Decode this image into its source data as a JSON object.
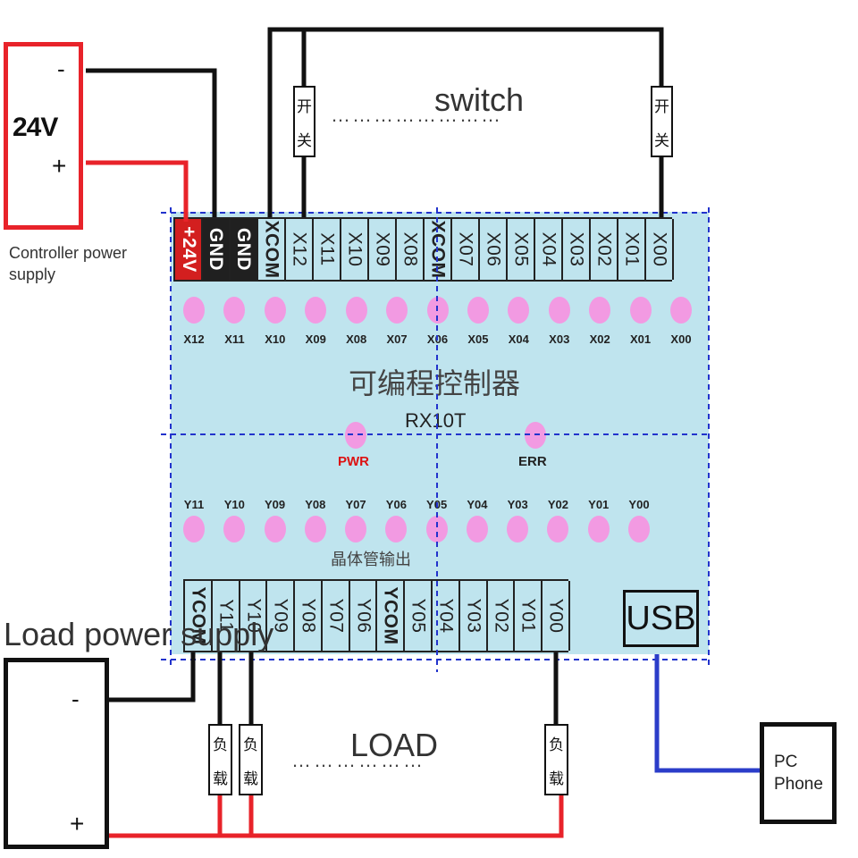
{
  "controller_supply": {
    "minus": "-",
    "voltage": "24V",
    "plus": "+",
    "caption": "Controller power supply"
  },
  "load_supply": {
    "caption": "Load power supply",
    "minus": "-",
    "plus": "+"
  },
  "pc": {
    "label": "PC Phone"
  },
  "switch_section": {
    "label": "switch",
    "dots": "……………………",
    "tag_top": "开",
    "tag_bottom": "关"
  },
  "load_section": {
    "label": "LOAD",
    "dots": "………………",
    "tag_top": "负",
    "tag_bottom": "载"
  },
  "plc": {
    "title": "可编程控制器",
    "model": "RX10T",
    "input_terminals": [
      "+24V",
      "GND",
      "GND",
      "XCOM",
      "X12",
      "X11",
      "X10",
      "X09",
      "X08",
      "XCOM",
      "X07",
      "X06",
      "X05",
      "X04",
      "X03",
      "X02",
      "X01",
      "X00"
    ],
    "input_leds": [
      "X12",
      "X11",
      "X10",
      "X09",
      "X08",
      "X07",
      "X06",
      "X05",
      "X04",
      "X03",
      "X02",
      "X01",
      "X00"
    ],
    "pwr": "PWR",
    "err": "ERR",
    "output_leds": [
      "Y11",
      "Y10",
      "Y09",
      "Y08",
      "Y07",
      "Y06",
      "Y05",
      "Y04",
      "Y03",
      "Y02",
      "Y01",
      "Y00"
    ],
    "output_type": "晶体管输出",
    "output_terminals": [
      "YCOM",
      "Y11",
      "Y10",
      "Y09",
      "Y08",
      "Y07",
      "Y06",
      "YCOM",
      "Y05",
      "Y04",
      "Y03",
      "Y02",
      "Y01",
      "Y00"
    ],
    "usb": "USB"
  },
  "colors": {
    "wire_black": "#111111",
    "wire_red": "#e8232a",
    "wire_blue": "#2b3dc9",
    "board": "#bfe4ee",
    "led": "#f29ae2",
    "guide": "#2233cc"
  }
}
